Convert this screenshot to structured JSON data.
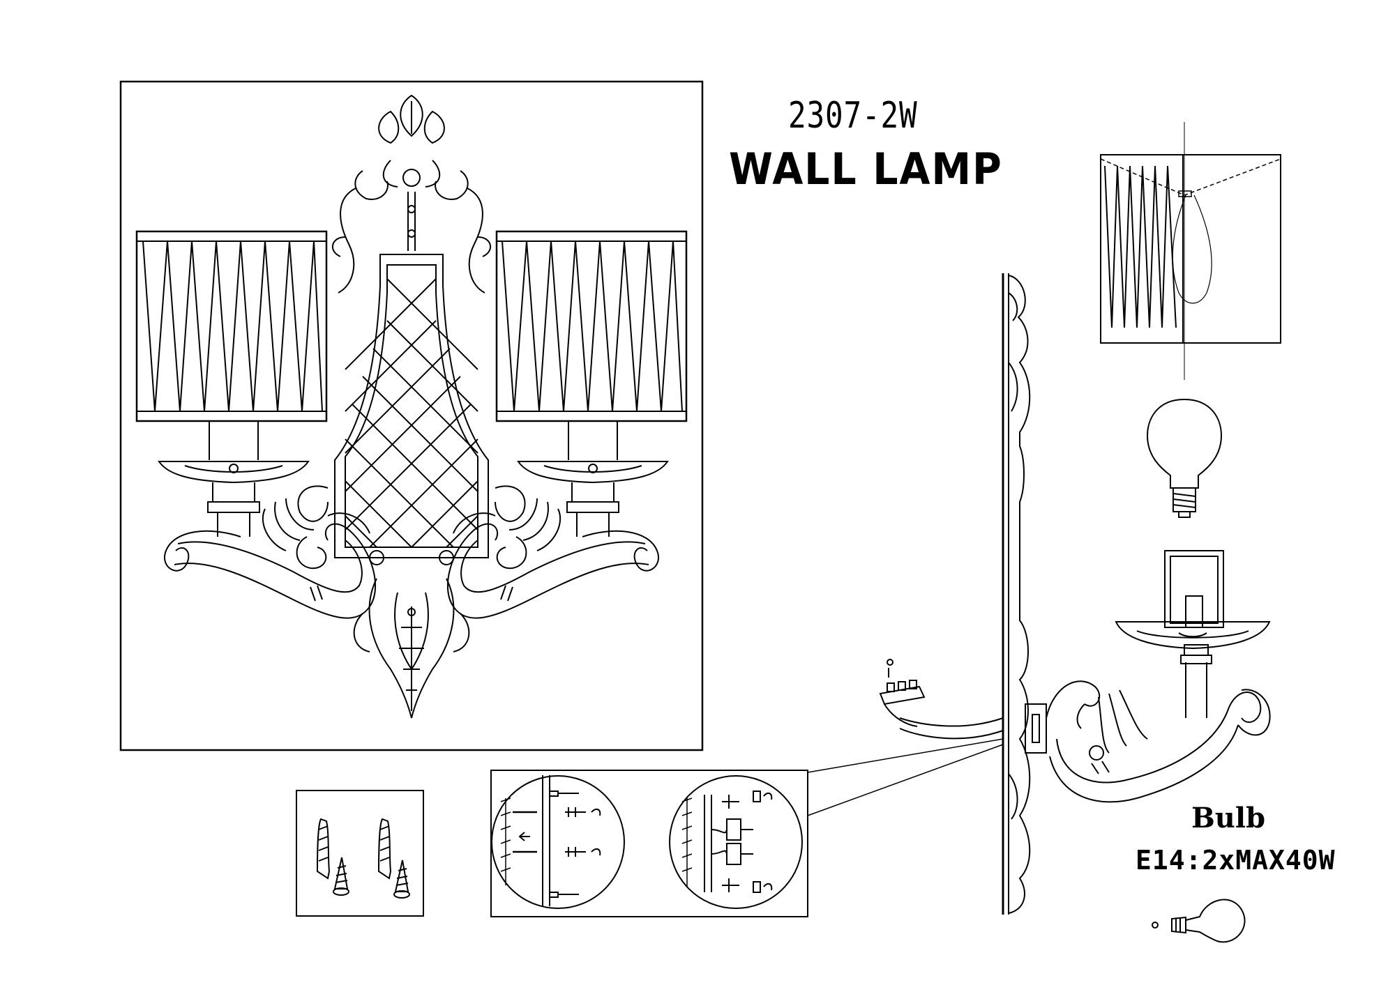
{
  "title": {
    "model": "2307-2W",
    "product": "WALL LAMP"
  },
  "bulb": {
    "label": "Bulb",
    "spec": "E14:2xMAX40W"
  },
  "icons": [
    "lamp-front-view",
    "lamp-side-view",
    "lampshade",
    "globe-bulb",
    "wall-plug",
    "screw",
    "mounting-detail",
    "small-bulb"
  ]
}
